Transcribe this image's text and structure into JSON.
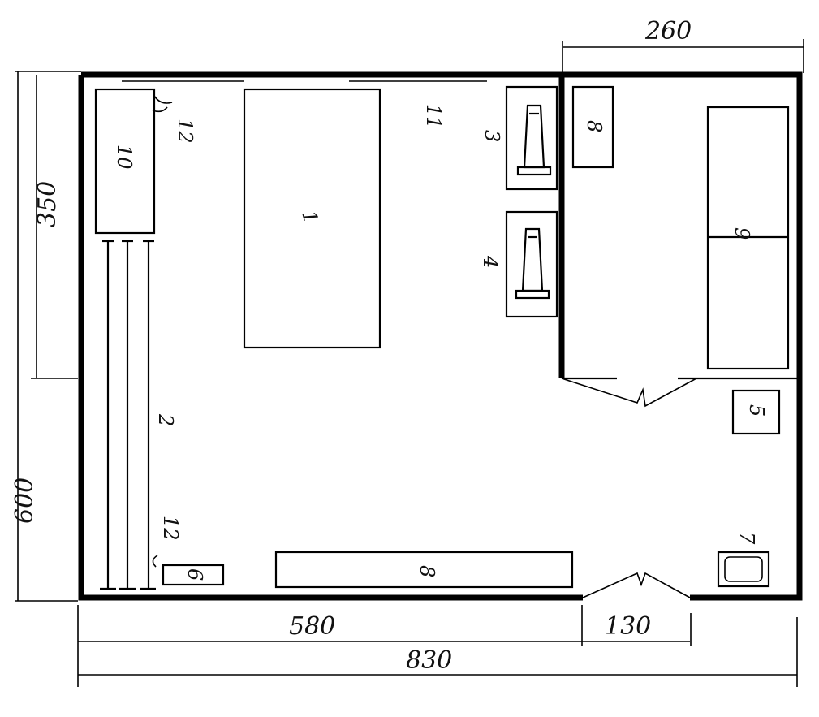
{
  "dimensions": {
    "top_width": "260",
    "left_upper": "350",
    "left_lower": "600",
    "bottom_left": "580",
    "bottom_door": "130",
    "bottom_total": "830"
  },
  "items": {
    "item1": "1",
    "item2": "2",
    "item3": "3",
    "item4": "4",
    "item5": "5",
    "item6": "6",
    "item7": "7",
    "item8_bench": "8",
    "item8_small": "8",
    "item9": "9",
    "item10": "10",
    "item11": "11",
    "item12_top": "12",
    "item12_bottom": "12"
  }
}
